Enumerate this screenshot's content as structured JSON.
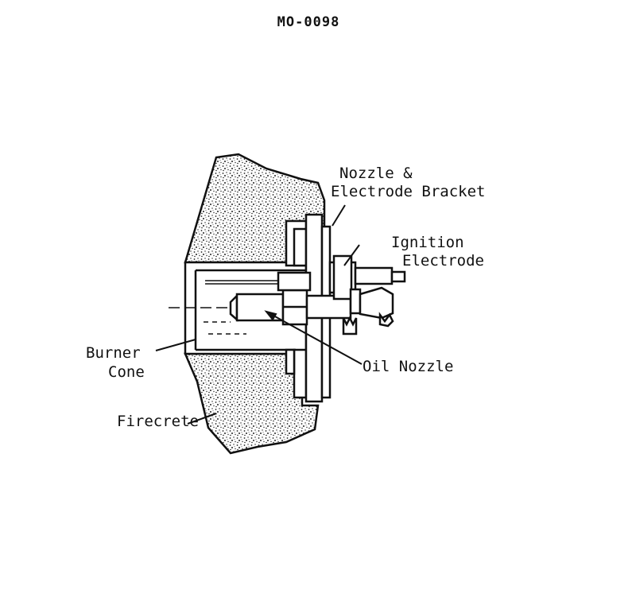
{
  "header": {
    "doc_id": "MO-0098"
  },
  "labels": {
    "nozzle_bracket_line1": "Nozzle &",
    "nozzle_bracket_line2": "Electrode Bracket",
    "ignition_line1": "Ignition",
    "ignition_line2": "Electrode",
    "oil_nozzle": "Oil Nozzle",
    "burner_cone_line1": "Burner",
    "burner_cone_line2": "Cone",
    "firecrete": "Firecrete"
  },
  "colors": {
    "ink": "#111111",
    "paper": "#ffffff"
  }
}
